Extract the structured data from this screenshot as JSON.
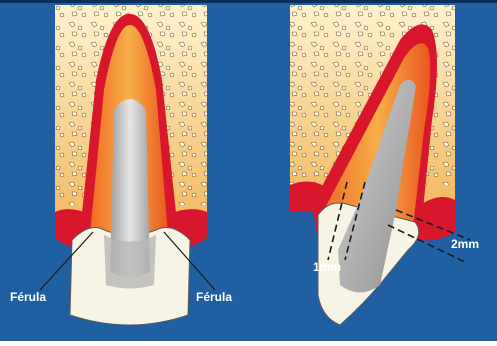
{
  "labels": {
    "ferrule_left": "Férula",
    "ferrule_right": "Férula",
    "one_mm": "1mm",
    "two_mm": "2mm"
  },
  "colors": {
    "background": "#1f5fa2",
    "bone": "#f3cf86",
    "gum": "#d8172d",
    "dentin": "#f28a2c",
    "post": "#c8c8c8",
    "crown": "#f7f4e6",
    "label": "#ffffff"
  },
  "icons": [
    "tooth-section-left",
    "tooth-section-right",
    "bone-speckles"
  ]
}
